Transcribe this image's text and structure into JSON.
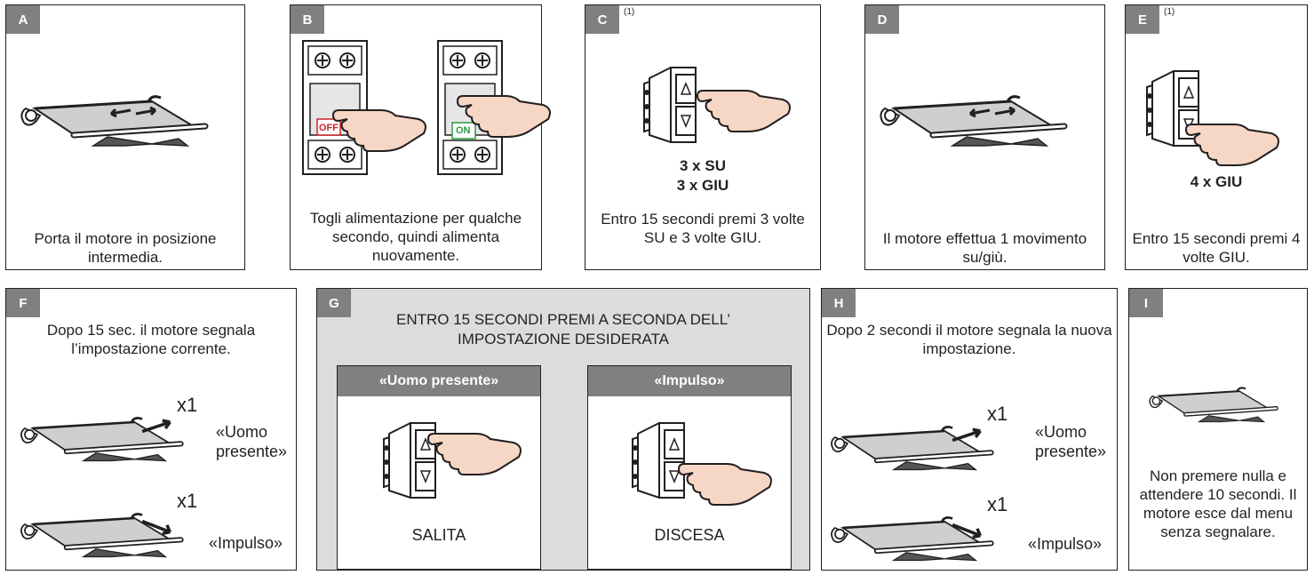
{
  "panels": {
    "A": {
      "tag": "A",
      "caption": "Porta il motore in posizione intermedia."
    },
    "B": {
      "tag": "B",
      "caption": "Togli alimentazione per qualche secondo, quindi alimenta nuovamente.",
      "off": "OFF",
      "on": "ON"
    },
    "C": {
      "tag": "C",
      "note": "(1)",
      "cmd1": "3 x SU",
      "cmd2": "3 x GIU",
      "caption": "Entro 15 secondi premi 3 volte SU e 3 volte GIU."
    },
    "D": {
      "tag": "D",
      "caption": "Il motore effettua 1 movimento su/giù."
    },
    "E": {
      "tag": "E",
      "note": "(1)",
      "cmd": "4 x GIU",
      "caption": "Entro 15 secondi premi 4 volte GIU."
    },
    "F": {
      "tag": "F",
      "caption": "Dopo 15 sec. il motore segnala l’impostazione corrente.",
      "x1a": "x1",
      "opt1": "«Uomo presente»",
      "x1b": "x1",
      "opt2": "«Impulso»"
    },
    "G": {
      "tag": "G",
      "title": "ENTRO 15 SECONDI PREMI A SECONDA DELL’ IMPOSTAZIONE DESIDERATA",
      "left_head": "«Uomo presente»",
      "left_label": "SALITA",
      "right_head": "«Impulso»",
      "right_label": "DISCESA"
    },
    "H": {
      "tag": "H",
      "caption": "Dopo 2 secondi il motore segnala la nuova impostazione.",
      "x1a": "x1",
      "opt1": "«Uomo presente»",
      "x1b": "x1",
      "opt2": "«Impulso»"
    },
    "I": {
      "tag": "I",
      "caption": "Non premere nulla e attendere 10 secondi. Il motore esce dal menu senza segnalare."
    }
  }
}
